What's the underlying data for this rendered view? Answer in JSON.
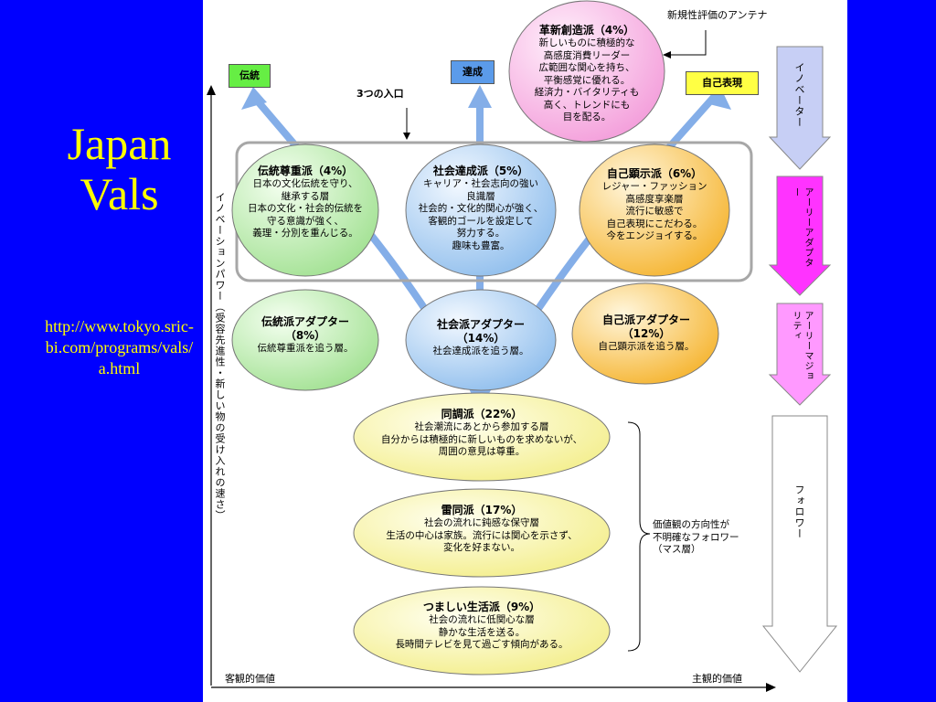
{
  "slide": {
    "title": "Japan Vals",
    "url": "http://www.tokyo.sric-bi.com/programs/vals/a.html"
  },
  "diagram": {
    "antenna_label": "新規性評価のアンテナ",
    "entrances_label": "3つの入口",
    "goals": {
      "tradition": "伝統",
      "achievement": "達成",
      "self_expression": "自己表現"
    },
    "innovator": {
      "title": "革新創造派（4%）",
      "lines": [
        "新しいものに積極的な",
        "高感度消費リーダー",
        "広範囲な関心を持ち、",
        "平衡感覚に優れる。",
        "経済力・バイタリティも",
        "高く、トレンドにも",
        "目を配る。"
      ]
    },
    "circles_top": [
      {
        "title": "伝統尊重派（4%）",
        "lines": [
          "日本の文化伝統を守り、",
          "継承する層",
          "日本の文化・社会的伝統を",
          "守る意識が強く、",
          "義理・分別を重んじる。"
        ]
      },
      {
        "title": "社会達成派（5%）",
        "lines": [
          "キャリア・社会志向の強い",
          "良識層",
          "社会的・文化的関心が強く、",
          "客観的ゴールを設定して",
          "努力する。",
          "趣味も豊富。"
        ]
      },
      {
        "title": "自己顕示派（6%）",
        "lines": [
          "レジャー・ファッション",
          "高感度享楽層",
          "流行に敏感で",
          "自己表現にこだわる。",
          "今をエンジョイする。"
        ]
      }
    ],
    "circles_mid": [
      {
        "title": "伝統派アダプター",
        "pct": "（8%）",
        "desc": "伝統尊重派を追う層。"
      },
      {
        "title": "社会派アダプター",
        "pct": "（14%）",
        "desc": "社会達成派を追う層。"
      },
      {
        "title": "自己派アダプター",
        "pct": "（12%）",
        "desc": "自己顕示派を追う層。"
      }
    ],
    "ellipses_bottom": [
      {
        "title": "同調派（22%）",
        "lines": [
          "社会潮流にあとから参加する層",
          "自分からは積極的に新しいものを求めないが、",
          "周囲の意見は尊重。"
        ]
      },
      {
        "title": "雷同派（17%）",
        "lines": [
          "社会の流れに鈍感な保守層",
          "生活の中心は家族。流行には関心を示さず、",
          "変化を好まない。"
        ]
      },
      {
        "title": "つましい生活派（9%）",
        "lines": [
          "社会の流れに低関心な層",
          "静かな生活を送る。",
          "長時間テレビを見て過ごす傾向がある。"
        ]
      }
    ],
    "brace_note": [
      "価値観の方向性が",
      "不明確なフォロワー",
      "（マス層）"
    ],
    "vertical_axis": "イノベーションパワー（受容先進性・新しい物の受け入れの速さ）",
    "x_axis": {
      "left": "客観的価値",
      "right": "主観的価値"
    },
    "adopter_arrows": [
      {
        "label": "イノベーター",
        "color": "#c7cff5"
      },
      {
        "label": "アーリーアダプター",
        "color": "#ff33ff"
      },
      {
        "label": "アーリーマジョリティ",
        "color": "#ff99ff"
      },
      {
        "label": "フォロワー",
        "color": "#ffffff"
      }
    ]
  }
}
